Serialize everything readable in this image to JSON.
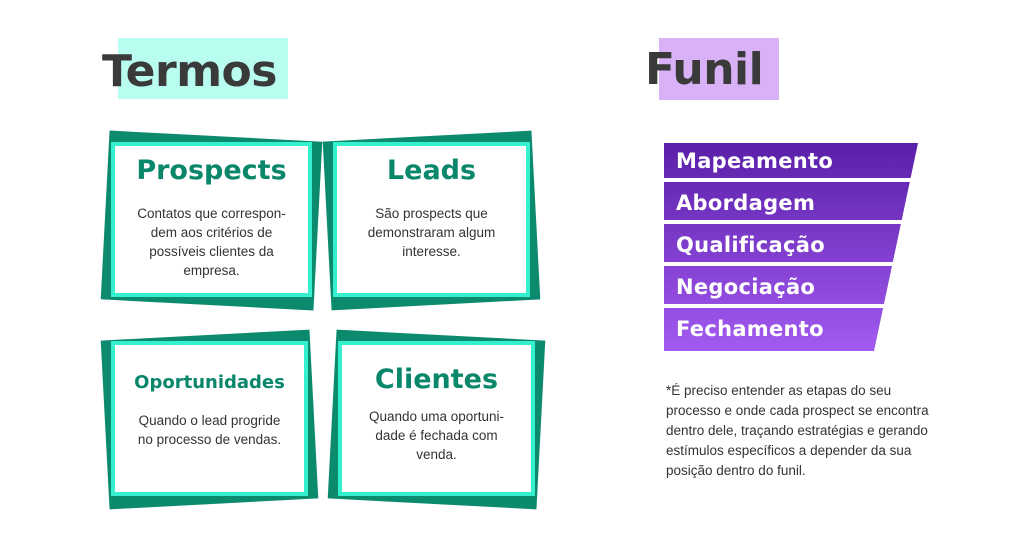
{
  "termos": {
    "title": "Termos",
    "cards": [
      {
        "title": "Prospects",
        "text": "Contatos que correspon-\ndem aos critérios de\npossíveis clientes da\nempresa."
      },
      {
        "title": "Leads",
        "text": "São prospects que\ndemonstraram algum\ninteresse."
      },
      {
        "title": "Oportunidades",
        "text": "Quando o lead progride\nno processo de vendas."
      },
      {
        "title": "Clientes",
        "text": "Quando uma oportuni-\ndade é fechada com\nvenda."
      }
    ]
  },
  "funil": {
    "title": "Funil",
    "stages": [
      "Mapeamento",
      "Abordagem",
      "Qualificação",
      "Negociação",
      "Fechamento"
    ],
    "note": "*É preciso entender as etapas do seu processo e onde cada prospect se encontra dentro dele, traçando estratégias e gerando estímulos específicos a depender da sua posição dentro do funil."
  },
  "colors": {
    "card_border": "#35f0cf",
    "card_shadow": "#0c8a6e",
    "card_title": "#0a876b",
    "termos_highlight": "#b8fdf0",
    "funil_highlight": "#d9b1f7",
    "funnel_top": "#5a1fa8",
    "funnel_bottom": "#a35af0"
  }
}
